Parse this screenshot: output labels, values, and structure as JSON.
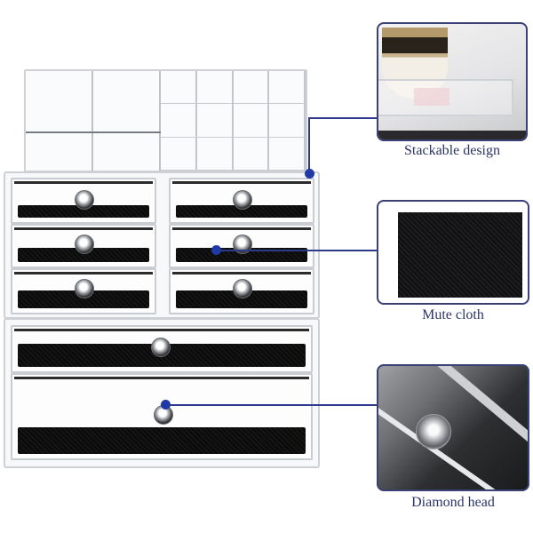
{
  "product": {
    "name": "acrylic-makeup-organizer",
    "top_tray": {
      "large_compartments": 2,
      "lipstick_slots": 12
    },
    "drawers": {
      "small_drawers": 6,
      "large_drawers": 2,
      "cloth_color": "#111111"
    }
  },
  "callouts": [
    {
      "id": "stackable",
      "label": "Stackable design",
      "image": "stacked-tray-closeup"
    },
    {
      "id": "mute-cloth",
      "label": "Mute cloth",
      "image": "black-cloth-closeup"
    },
    {
      "id": "diamond-head",
      "label": "Diamond head",
      "image": "crystal-knob-closeup"
    }
  ],
  "colors": {
    "line": "#2d3a8c",
    "dot": "#1f3aa6",
    "label": "#2b3566",
    "frame": "#3a4176"
  }
}
